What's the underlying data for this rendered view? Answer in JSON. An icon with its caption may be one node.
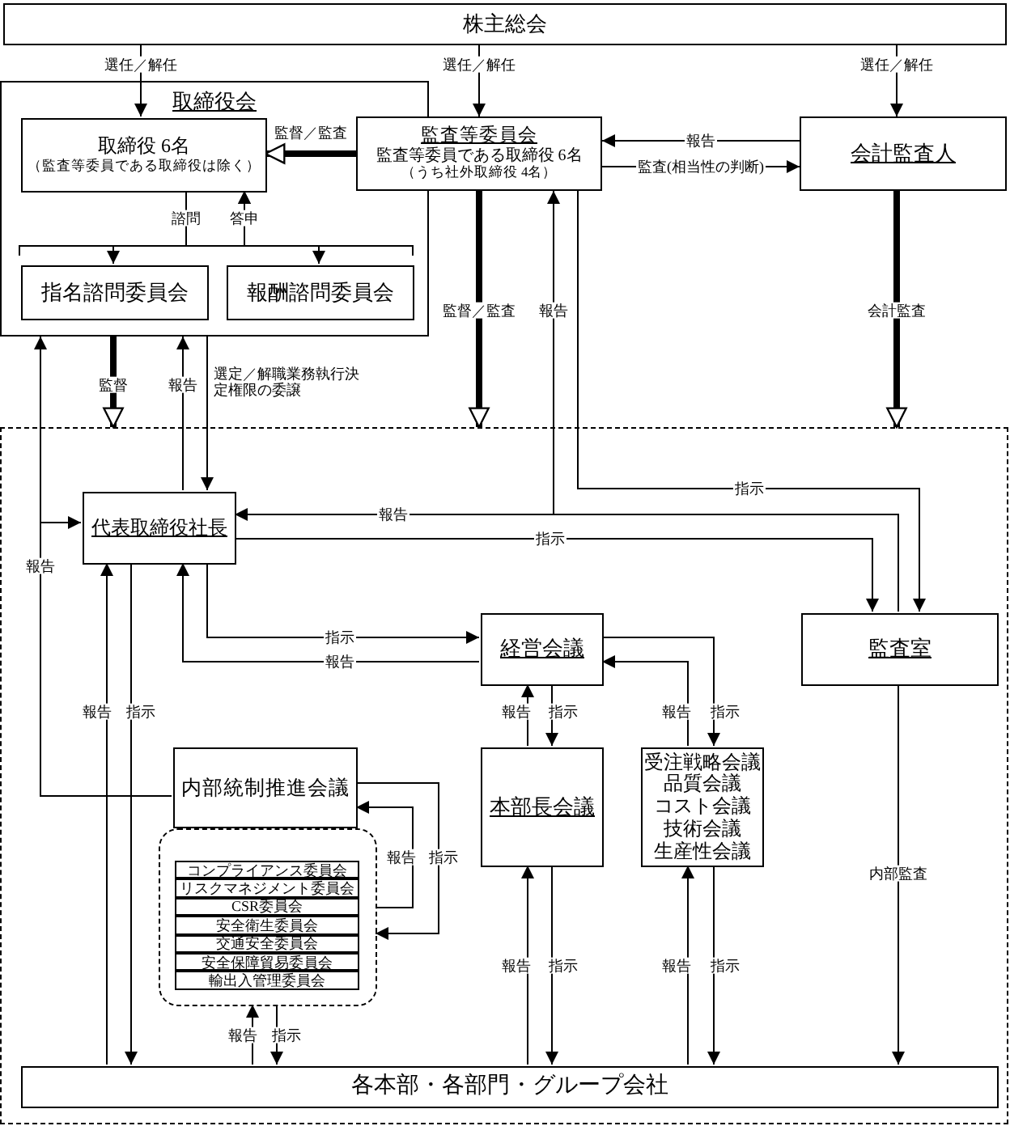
{
  "diagram": {
    "nodes": [
      {
        "text": [
          "株主総会"
        ]
      },
      {
        "text": [
          "取締役会"
        ]
      },
      {
        "text": [
          "取締役 6名",
          "（監査等委員である取締役は除く）"
        ],
        "in": 1
      },
      {
        "text": [
          "指名諮問委員会"
        ],
        "in": 1
      },
      {
        "text": [
          "報酬諮問委員会"
        ],
        "in": 1
      },
      {
        "text": [
          "監査等委員会",
          "監査等委員である取締役 6名",
          "（うち社外取締役 4名）"
        ]
      },
      {
        "text": [
          "会計監査人"
        ]
      },
      {
        "text": [],
        "shape": "box"
      },
      {
        "text": [
          "代表取締役社長"
        ],
        "in": 7
      },
      {
        "text": [
          "経営会議"
        ],
        "in": 7
      },
      {
        "text": [
          "監査室"
        ],
        "in": 7
      },
      {
        "text": [
          "内部統制推進会議"
        ],
        "in": 7
      },
      {
        "text": [],
        "shape": "box",
        "in": 7
      },
      {
        "text": [
          "コンプライアンス委員会"
        ],
        "in": 12
      },
      {
        "text": [
          "リスクマネジメント委員会"
        ],
        "in": 12
      },
      {
        "text": [
          "CSR委員会"
        ],
        "in": 12
      },
      {
        "text": [
          "安全衛生委員会"
        ],
        "in": 12
      },
      {
        "text": [
          "交通安全委員会"
        ],
        "in": 12
      },
      {
        "text": [
          "安全保障貿易委員会"
        ],
        "in": 12
      },
      {
        "text": [
          "輸出入管理委員会"
        ],
        "in": 12
      },
      {
        "text": [
          "本部長会議"
        ],
        "in": 7
      },
      {
        "text": [
          "受注戦略会議",
          "品質会議",
          "コスト会議",
          "技術会議",
          "生産性会議"
        ],
        "in": 7
      },
      {
        "text": [
          "各本部・各部門・グループ会社"
        ],
        "in": 7
      }
    ],
    "edges": [
      {
        "from": 0,
        "to": 2,
        "arrow": "to",
        "label": "選任／解任"
      },
      {
        "from": 0,
        "to": 5,
        "arrow": "to",
        "label": "選任／解任"
      },
      {
        "from": 0,
        "to": 6,
        "arrow": "to",
        "label": "選任／解任"
      },
      {
        "from": 5,
        "to": 2,
        "arrow": "to",
        "label": "監督／監査",
        "style": "thick"
      },
      {
        "from": 6,
        "to": 5,
        "arrow": "to",
        "label": "報告"
      },
      {
        "from": 5,
        "to": 6,
        "arrow": "to",
        "label": "監査(相当性の判断)"
      },
      {
        "from": 2,
        "to": 3,
        "arrow": "to",
        "label": "諮問"
      },
      {
        "from": 2,
        "to": 4,
        "arrow": "to"
      },
      {
        "from": 3,
        "to": 2,
        "arrow": "to",
        "label": "答申"
      },
      {
        "from": 4,
        "to": 2,
        "arrow": "to"
      },
      {
        "from": 1,
        "to": 7,
        "arrow": "to",
        "label": "監督",
        "style": "thick"
      },
      {
        "from": 8,
        "to": 1,
        "arrow": "to",
        "label": "報告"
      },
      {
        "from": 1,
        "to": 8,
        "arrow": "to",
        "label": "選定／解職業務執行決定権限の委譲"
      },
      {
        "from": 5,
        "to": 7,
        "arrow": "to",
        "label": "監督／監査",
        "style": "thick"
      },
      {
        "from": 6,
        "to": 7,
        "arrow": "to",
        "label": "会計監査",
        "style": "thick"
      },
      {
        "from": 10,
        "to": 5,
        "arrow": "to",
        "label": "報告"
      },
      {
        "from": 5,
        "to": 10,
        "arrow": "to",
        "label": "指示"
      },
      {
        "from": 10,
        "to": 8,
        "arrow": "to",
        "label": "報告"
      },
      {
        "from": 8,
        "to": 10,
        "arrow": "to",
        "label": "指示"
      },
      {
        "from": 11,
        "to": 1,
        "arrow": "to",
        "label": "報告"
      },
      {
        "from": 11,
        "to": 8,
        "arrow": "to"
      },
      {
        "from": 22,
        "to": 8,
        "arrow": "to",
        "label": "報告"
      },
      {
        "from": 8,
        "to": 22,
        "arrow": "to",
        "label": "指示"
      },
      {
        "from": 8,
        "to": 9,
        "arrow": "to",
        "label": "指示"
      },
      {
        "from": 9,
        "to": 8,
        "arrow": "to",
        "label": "報告"
      },
      {
        "from": 20,
        "to": 9,
        "arrow": "to",
        "label": "報告"
      },
      {
        "from": 9,
        "to": 20,
        "arrow": "to",
        "label": "指示"
      },
      {
        "from": 21,
        "to": 9,
        "arrow": "to",
        "label": "報告"
      },
      {
        "from": 9,
        "to": 21,
        "arrow": "to",
        "label": "指示"
      },
      {
        "from": 12,
        "to": 11,
        "arrow": "to",
        "label": "報告"
      },
      {
        "from": 11,
        "to": 12,
        "arrow": "to",
        "label": "指示"
      },
      {
        "from": 22,
        "to": 12,
        "arrow": "to",
        "label": "報告"
      },
      {
        "from": 12,
        "to": 22,
        "arrow": "to",
        "label": "指示"
      },
      {
        "from": 22,
        "to": 20,
        "arrow": "to",
        "label": "報告"
      },
      {
        "from": 20,
        "to": 22,
        "arrow": "to",
        "label": "指示"
      },
      {
        "from": 22,
        "to": 21,
        "arrow": "to",
        "label": "報告"
      },
      {
        "from": 21,
        "to": 22,
        "arrow": "to",
        "label": "指示"
      },
      {
        "from": 10,
        "to": 22,
        "arrow": "to",
        "label": "内部監査"
      }
    ]
  }
}
